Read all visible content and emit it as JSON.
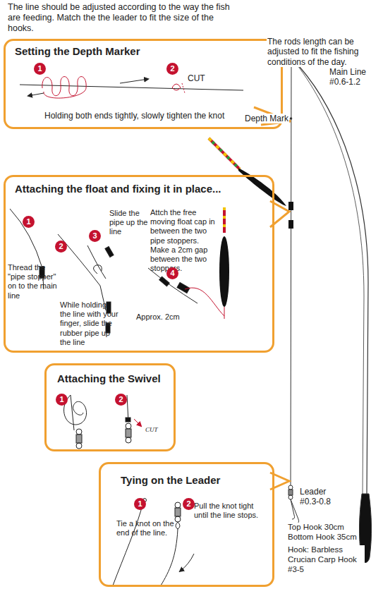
{
  "diagram": {
    "nodes": [
      {
        "text": [
          "Setting the Depth Marker",
          "1",
          "2",
          "CUT",
          "Holding both ends tightly, slowly tighten the knot"
        ]
      },
      {
        "text": [
          "Attaching the float and fixing it in place...",
          "1",
          "Thread the \"pipe stopper\" on to the main line",
          "2",
          "While holding the line with your finger, slide the rubber pipe up the line",
          "3",
          "Slide the pipe up the line",
          "Attch the free moving float cap in between the two pipe stoppers. Make a 2cm gap between the two stoppers.",
          "4",
          "Approx. 2cm"
        ]
      },
      {
        "text": [
          "Attaching the Swivel",
          "1",
          "2",
          "CUT"
        ]
      },
      {
        "text": [
          "Tying on the Leader",
          "1",
          "Tie a knot on the end of the line.",
          "2",
          "Pull the knot tight until the line stops."
        ]
      }
    ],
    "labels": [
      "The line should be adjusted according to the way the fish are feeding. Match the the leader to fit the size of the hooks.",
      "The rods length can be adjusted to fit the fishing conditions of the day.",
      "Main Line #0.6-1.2",
      "Depth Mark",
      "Leader #0.3-0.8",
      "Top Hook 30cm Bottom Hook 35cm",
      "Hook: Barbless Crucian Carp Hook #3-5"
    ]
  }
}
